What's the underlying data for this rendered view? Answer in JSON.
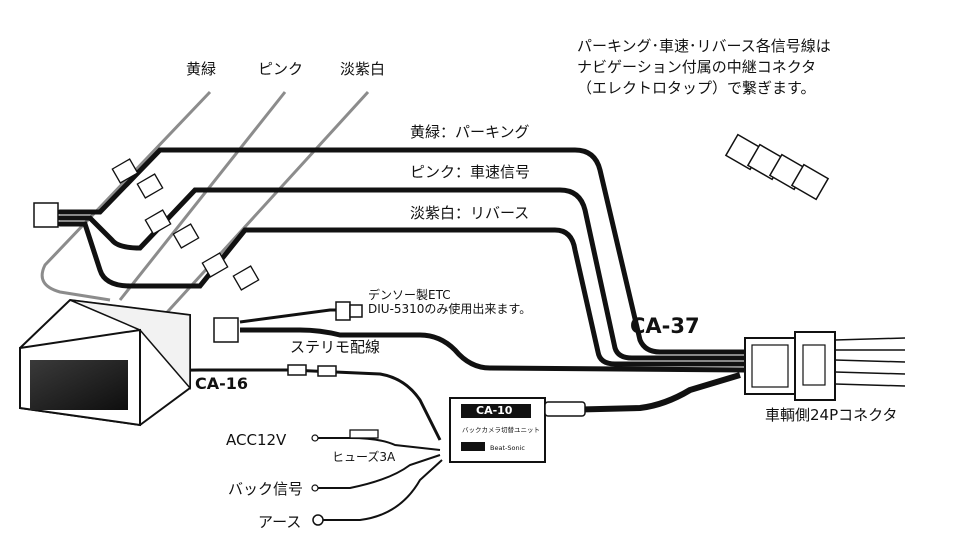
{
  "note_lines": [
    "パーキング･車速･リバース各信号線は",
    "ナビゲーション付属の中継コネクタ",
    "（エレクトロタップ）で繋ぎます。"
  ],
  "top_wire_labels": [
    "黄緑",
    "ピンク",
    "淡紫白"
  ],
  "signal_labels": [
    "黄緑：パーキング",
    "ピンク：車速信号",
    "淡紫白：リバース"
  ],
  "etc_label_lines": [
    "デンソー製ETC",
    "DIU-5310のみ使用出来ます。"
  ],
  "stereo_label": "ステリモ配線",
  "harness_labels": {
    "ca37": "CA-37",
    "ca16": "CA-16",
    "ca10": "CA-10",
    "vehicle_connector": "車輌側24Pコネクタ"
  },
  "left_wire_labels": {
    "acc": "ACC12V",
    "fuse": "ヒューズ3A",
    "back_signal": "バック信号",
    "ground": "アース"
  },
  "module_box_text": {
    "line1": "バックカメラ切替ユニット",
    "brand": "Beat-Sonic"
  }
}
